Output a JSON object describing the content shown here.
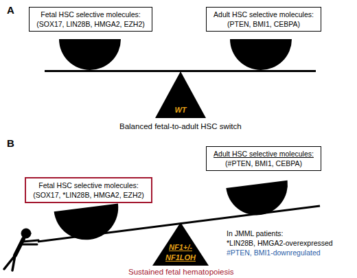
{
  "diagram": {
    "nodes": [
      {
        "text": [
          "Fetal HSC selective molecules:",
          "(SOX17, LIN28B, HMGA2, EZH2)"
        ]
      },
      {
        "text": [
          "Adult HSC selective molecules:",
          "(PTEN, BMI1, CEBPA)"
        ]
      },
      {
        "text": [
          "WT"
        ]
      },
      {
        "text": [
          "Fetal HSC selective molecules:",
          "(SOX17, *LIN28B, HMGA2, EZH2)"
        ]
      },
      {
        "text": [
          "Adult HSC selective molecules:",
          "(#PTEN, BMI1, CEBPA)"
        ]
      },
      {
        "text": [
          "NF1+/-",
          "NF1LOH"
        ]
      }
    ],
    "labels": [
      "A",
      "Balanced fetal-to-adult HSC switch",
      "B",
      "Sustained fetal hematopoiesis",
      "In JMML patients:",
      "*LIN28B, HMGA2-overexpressed",
      "#PTEN, BMI1-downregulated"
    ]
  }
}
